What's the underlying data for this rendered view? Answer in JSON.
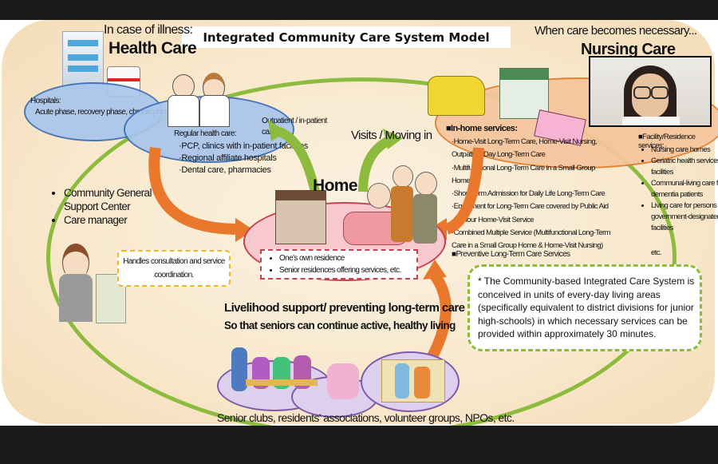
{
  "slide": {
    "title": "Integrated Community Care System Model",
    "health_care": {
      "subtitle": "In case of illness:",
      "title": "Health Care",
      "hospitals_label": "Hospitals:",
      "hospitals_detail": "Acute phase, recovery phase, chronic phase",
      "regular_label": "Regular health care:",
      "regular_items": [
        "·PCP, clinics with in-patient facilities",
        "·Regional affiliate hospitals",
        "·Dental care, pharmacies"
      ],
      "outpatient_label": "Outpatient / in-patient care"
    },
    "nursing_care": {
      "subtitle": "When care becomes necessary...",
      "title": "Nursing Care",
      "in_home_header": "■In-home services:",
      "in_home_items": [
        "·Home-Visit Long-Term Care, Home-Visit Nursing, Outpatient Day Long-Term Care",
        "·Multifunctional Long-Term Care in a Small Group Home",
        "·Short-Term Admission for Daily Life Long-Term Care",
        "·Equipment for Long-Term Care covered by Public Aid",
        "·24-hour Home-Visit Service",
        "·Combined Multiple Service (Multifunctional Long-Term Care in a Small Group Home & Home-Visit Nursing)"
      ],
      "preventive": "■Preventive Long-Term Care Services",
      "facility_header": "■Facility/Residence services:",
      "facility_items": [
        "Nursing care homes",
        "Geriatric health services facilities",
        "Communal-living care for dementia patients",
        "Living care for persons at government-designated facilities"
      ],
      "facility_etc": "etc."
    },
    "visits_label": "Visits / Moving in",
    "home": {
      "title": "Home",
      "items": [
        "One's own residence",
        "Senior residences offering services, etc."
      ]
    },
    "support_center": {
      "items": [
        "Community General Support Center",
        "Care manager"
      ],
      "note": "Handles consultation and service coordination."
    },
    "livelihood": {
      "title": "Livelihood support/ preventing long-term care",
      "subtitle": "So that seniors can continue active, healthy living",
      "footer": "Senior clubs, residents' associations, volunteer groups, NPOs, etc."
    },
    "footnote": "* The Community-based Integrated Care System is conceived in units of every-day living areas (specifically equivalent to district divisions for junior high-schools) in which necessary services can be provided within approximately 30 minutes."
  },
  "colors": {
    "ring_green": "#8dbb3e",
    "arrow_orange": "#e9772c",
    "health_blue": "#a9c6ec",
    "nursing_orange": "#f6c59c",
    "home_pink": "#f7c9cf",
    "livelihood_purple": "#ddd0ee"
  }
}
